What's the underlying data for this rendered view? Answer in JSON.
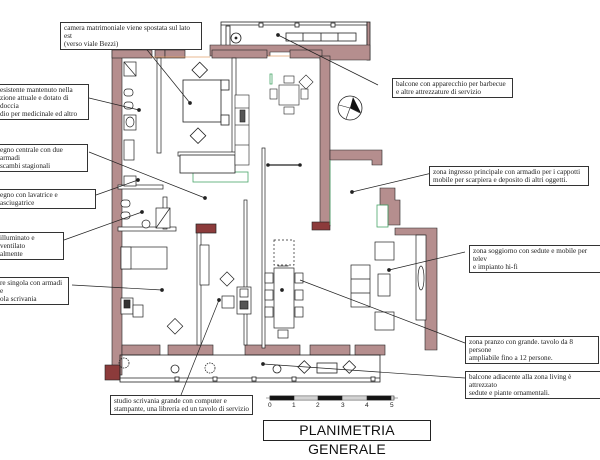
{
  "title": "PLANIMETRIA GENERALE",
  "scale": {
    "labels": [
      "0",
      "1",
      "2",
      "3",
      "4",
      "5"
    ],
    "unit": "m"
  },
  "colors": {
    "wall": "#b58e8e",
    "wall_dark": "#8c3b3b",
    "line": "#222222",
    "window_green": "#4aa66a",
    "door_orange": "#e3a26b"
  },
  "compass": {
    "icon": "north-arrow-icon"
  },
  "annotations": [
    {
      "id": "camera-matrimoniale",
      "text": "camera matrimoniale viene spostata sul lato est\n(verso viale Bezzi)"
    },
    {
      "id": "balcone-barbecue",
      "text": "balcone con apparecchio per barbecue\ne altre attrezzature di servizio"
    },
    {
      "id": "bagno-principale",
      "text": "esistente mantenuto nella\nzione attuale e dotato di doccia\ndio per medicinale ed altro"
    },
    {
      "id": "ripostiglio",
      "text": "egno centrale con due armadi\nscambi stagionali"
    },
    {
      "id": "lavanderia",
      "text": "egno con lavatrice e asciugatrice"
    },
    {
      "id": "bagno-secondario",
      "text": "illuminato e ventilato\nalmente"
    },
    {
      "id": "camera-singola",
      "text": "re singola con armadi e\nola scrivania"
    },
    {
      "id": "ingresso",
      "text": "zona ingresso principale con armadio per i cappotti\nmobile per scarpiera  e deposito di altri oggetti."
    },
    {
      "id": "soggiorno",
      "text": "zona soggiorno con sedute e mobile per telev\ne impianto hi-fi"
    },
    {
      "id": "pranzo",
      "text": "zona pranzo con grande. tavolo da 8 persone\nampliabile fino a 12 persone."
    },
    {
      "id": "balcone-living",
      "text": "balcone adiacente alla zona living è attrezzato\nsedute e piante ornamentali."
    },
    {
      "id": "studio",
      "text": "studio scrivania grande con computer e\nstampante, una libreria ed un tavolo di servizio"
    }
  ]
}
